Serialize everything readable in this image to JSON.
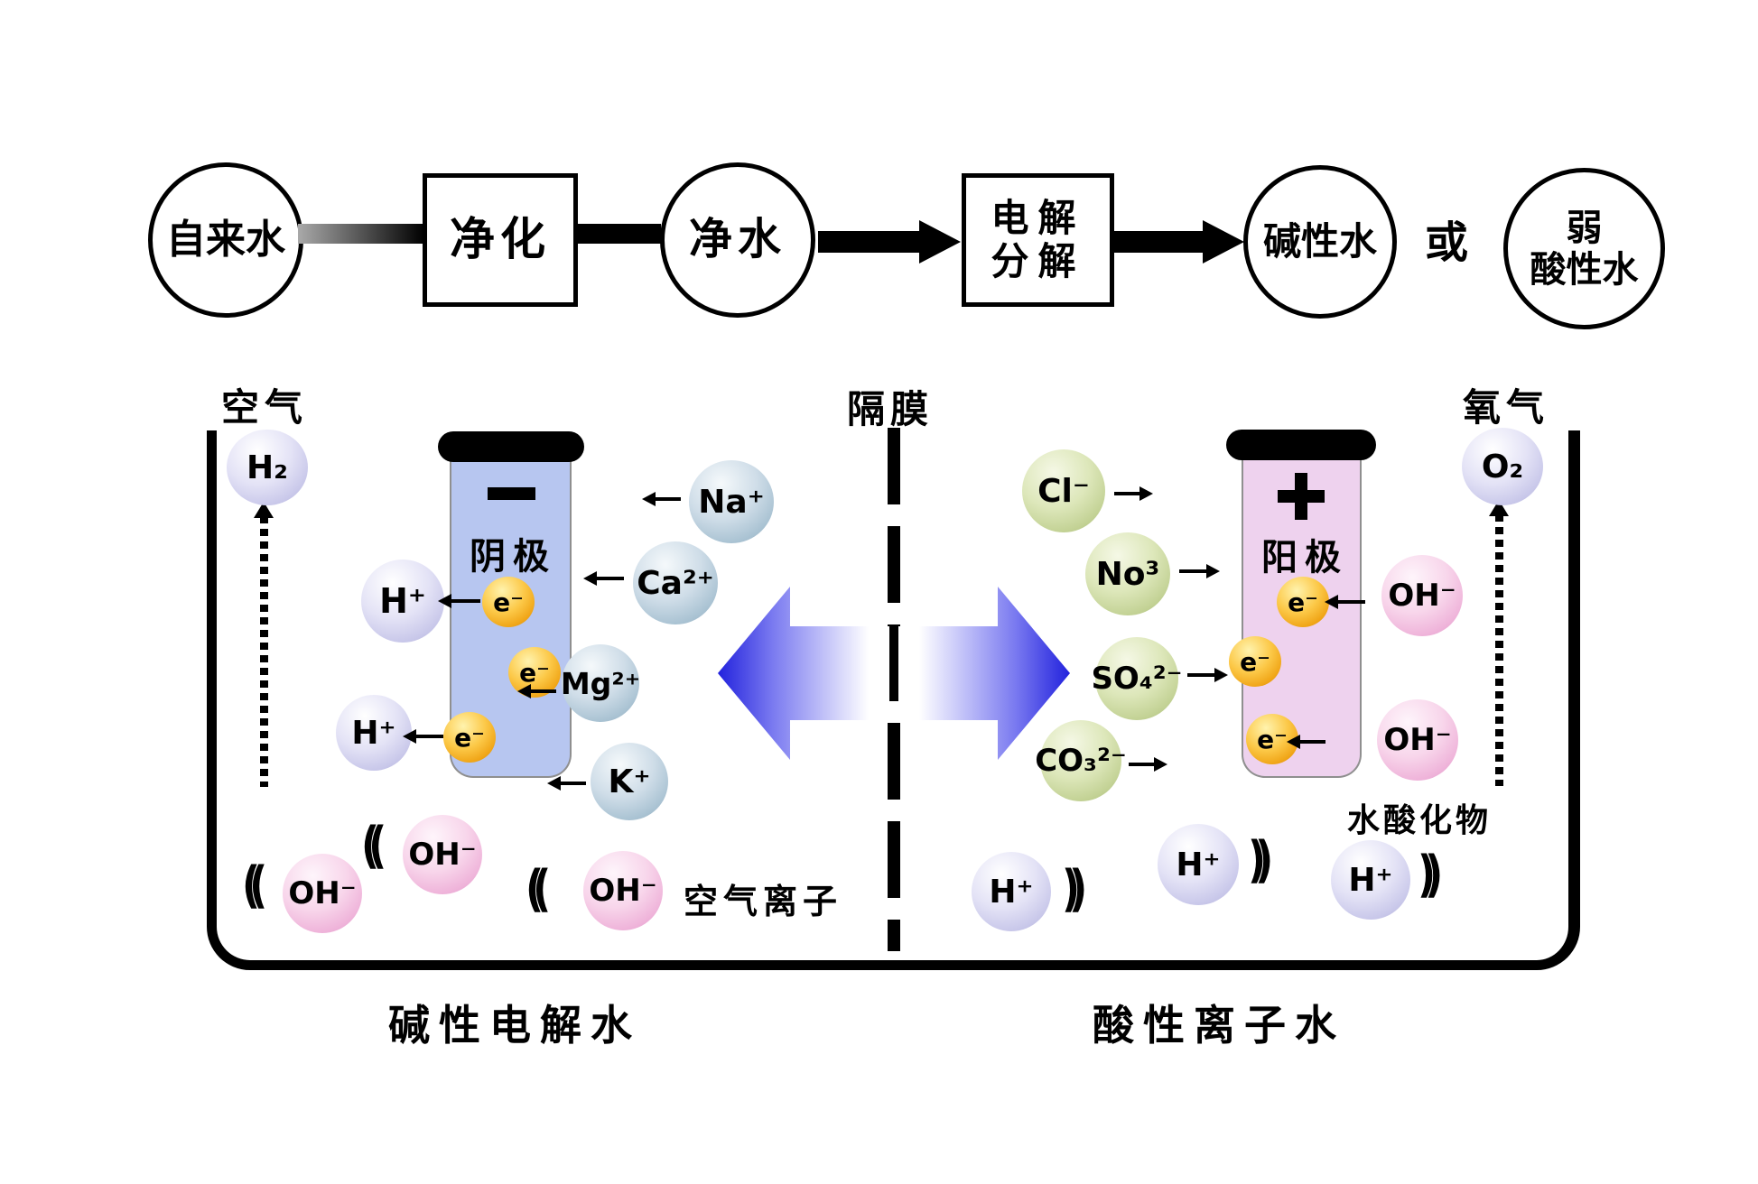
{
  "flow": {
    "tap_water": "自来水",
    "purification": "净化",
    "purified_water": "净水",
    "electrolysis_line1": "电解",
    "electrolysis_line2": "分解",
    "alkaline_water": "碱性水",
    "or": "或",
    "weak_acid_line1": "弱",
    "weak_acid_line2": "酸性水"
  },
  "tank": {
    "air": "空气",
    "membrane": "隔膜",
    "oxygen": "氧气",
    "cathode": "阴极",
    "cathode_sign": "−",
    "anode": "阳极",
    "anode_sign": "+",
    "air_ions": "空气离子",
    "water_acid_compound": "水酸化物",
    "alkaline_title": "碱性电解水",
    "acid_title": "酸性离子水"
  },
  "particles": {
    "h2": "H₂",
    "o2": "O₂",
    "electron": "e⁻",
    "h_plus": "H⁺",
    "oh_minus": "OH⁻",
    "cations": [
      "Na⁺",
      "Ca²⁺",
      "Mg²⁺",
      "K⁺"
    ],
    "anions": [
      "Cl⁻",
      "No³",
      "SO₄²⁻",
      "CO₃²⁻"
    ],
    "paren_left": "((",
    "paren_right": "))"
  },
  "colors": {
    "arrow_blue": "#2222dd",
    "cathode_fill": "#b7c6f0",
    "anode_fill": "#eed2ee",
    "electron_gold": "#f0a500"
  }
}
